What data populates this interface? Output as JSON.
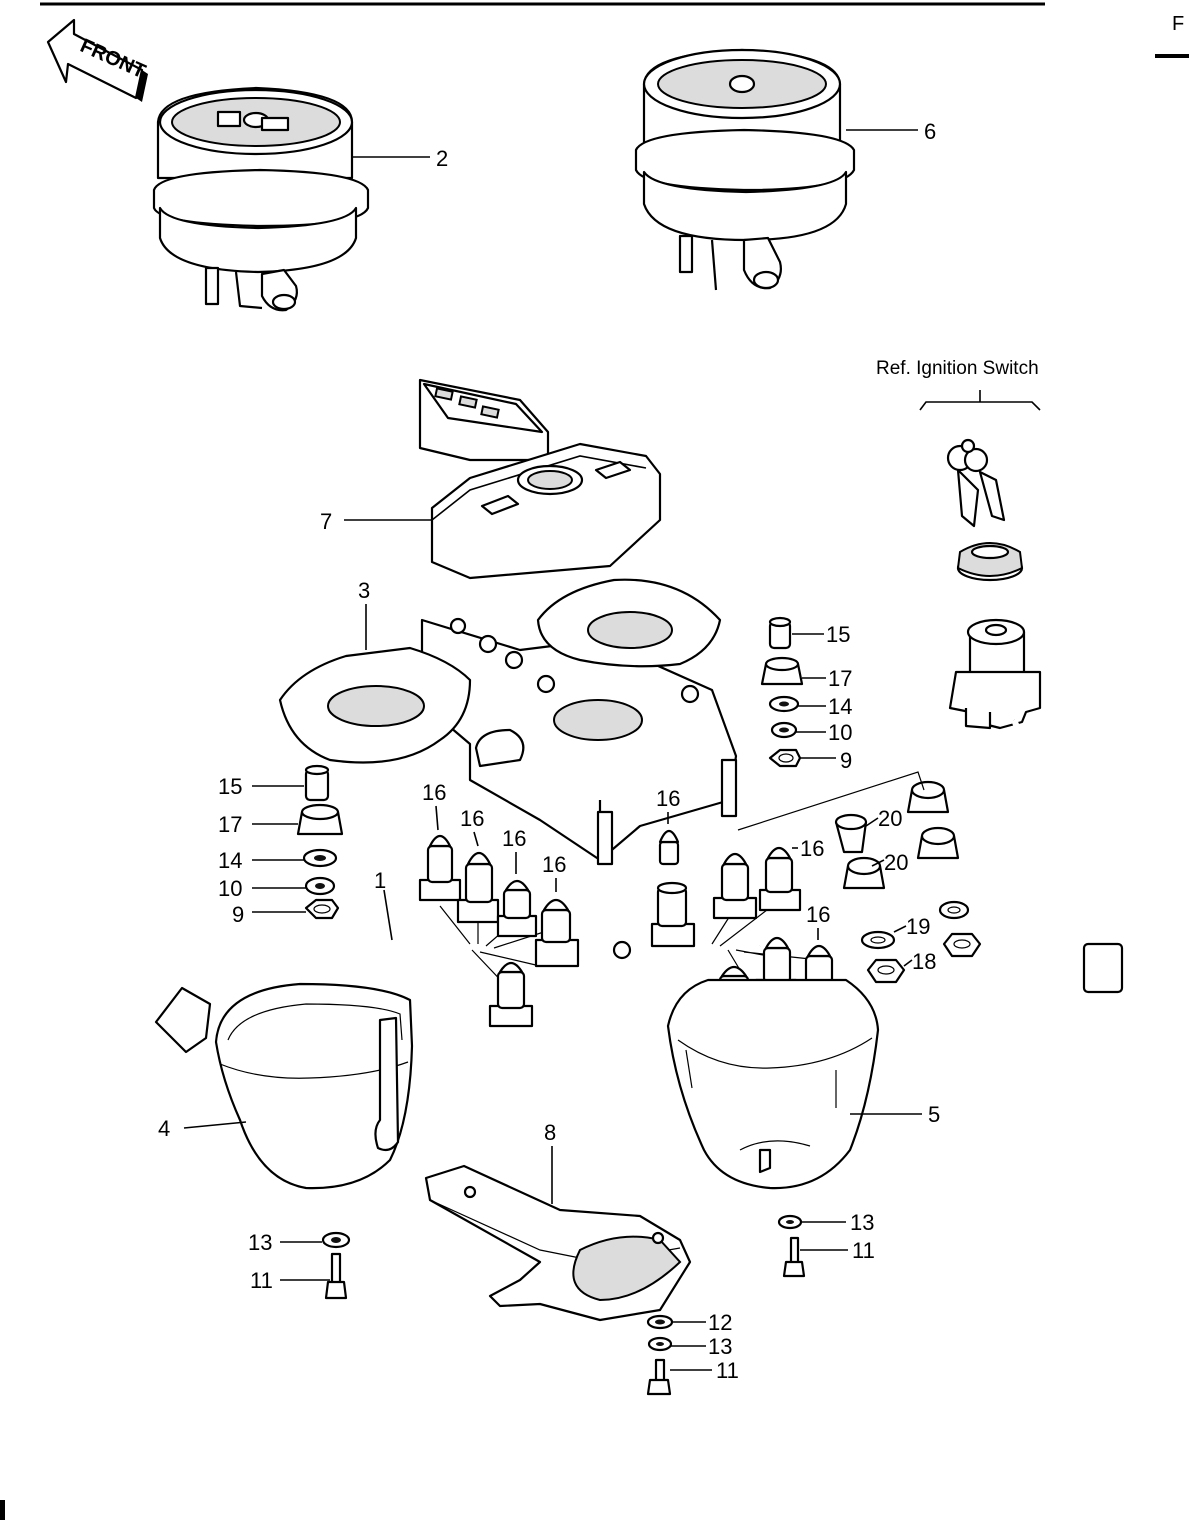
{
  "front_label": "FRONT",
  "corner_label": "F",
  "ref_label": "Ref.  Ignition Switch",
  "callouts": {
    "c1": "1",
    "c2": "2",
    "c3": "3",
    "c4": "4",
    "c5": "5",
    "c6": "6",
    "c7": "7",
    "c8": "8",
    "c9a": "9",
    "c9b": "9",
    "c10a": "10",
    "c10b": "10",
    "c11a": "11",
    "c11b": "11",
    "c11c": "11",
    "c12": "12",
    "c13a": "13",
    "c13b": "13",
    "c13c": "13",
    "c14a": "14",
    "c14b": "14",
    "c15a": "15",
    "c15b": "15",
    "c16a": "16",
    "c16b": "16",
    "c16c": "16",
    "c16d": "16",
    "c16e": "16",
    "c16f": "16",
    "c16g": "16",
    "c17a": "17",
    "c17b": "17",
    "c18": "18",
    "c19": "19",
    "c20a": "20",
    "c20b": "20"
  }
}
